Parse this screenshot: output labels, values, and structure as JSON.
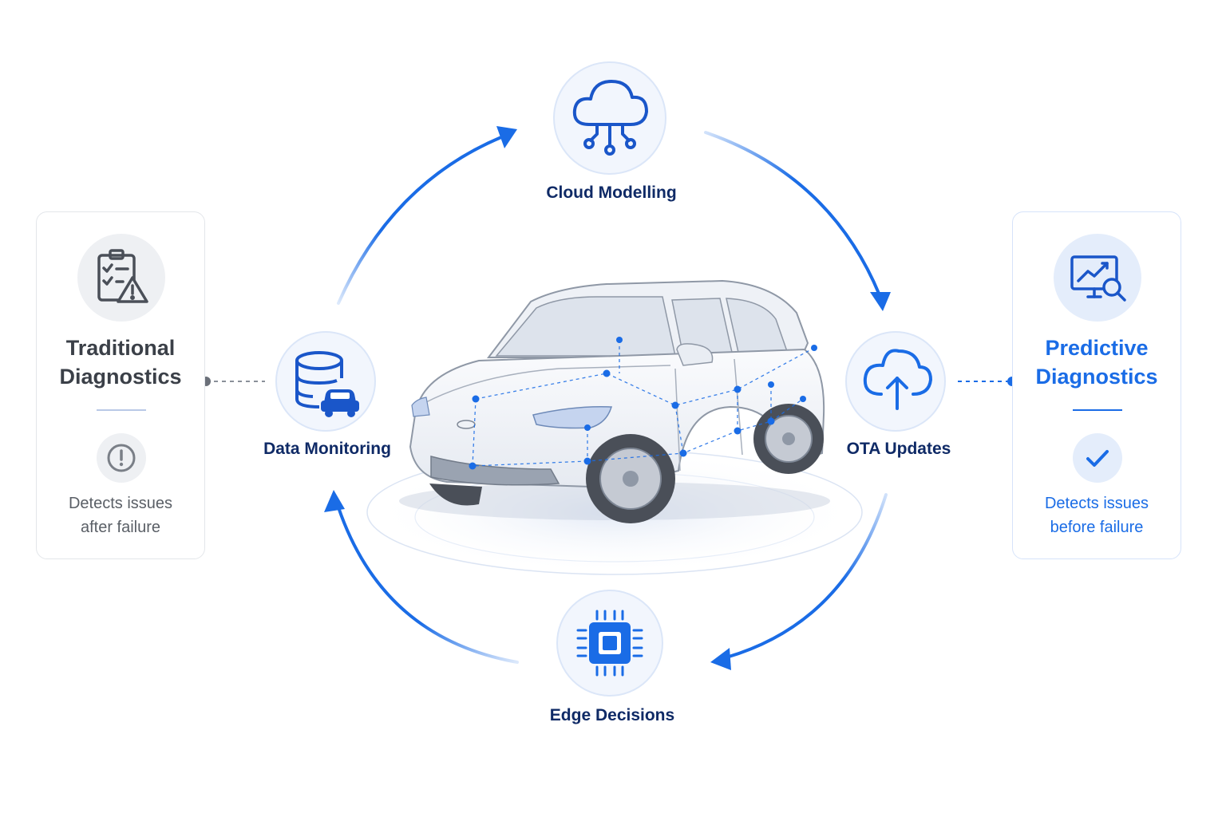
{
  "colors": {
    "accent": "#1a6ce6",
    "dark_label": "#0f2a66",
    "muted_text": "#5a5f66",
    "node_fill": "#f2f6fd"
  },
  "cycle": {
    "nodes": [
      {
        "id": "cloud",
        "label": "Cloud Modelling",
        "icon": "cloud-network-icon"
      },
      {
        "id": "ota",
        "label": "OTA Updates",
        "icon": "cloud-upload-icon"
      },
      {
        "id": "edge",
        "label": "Edge Decisions",
        "icon": "processor-chip-icon"
      },
      {
        "id": "data",
        "label": "Data Monitoring",
        "icon": "database-car-icon"
      }
    ],
    "center_image": "suv-car-icon"
  },
  "left_card": {
    "title_line1": "Traditional",
    "title_line2": "Diagnostics",
    "desc_line1": "Detects issues",
    "desc_line2": "after failure",
    "icon": "clipboard-warning-icon",
    "status_icon": "exclamation-icon"
  },
  "right_card": {
    "title_line1": "Predictive",
    "title_line2": "Diagnostics",
    "desc_line1": "Detects issues",
    "desc_line2": "before failure",
    "icon": "monitor-analytics-icon",
    "status_icon": "check-icon"
  }
}
